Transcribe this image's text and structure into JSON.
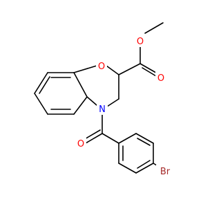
{
  "molecule": {
    "atom_labels": {
      "ring_oxygen": "O",
      "carbonyl_oxygen_ester": "O",
      "ester_oxygen": "O",
      "amide_oxygen": "O",
      "ring_nitrogen": "N",
      "bromine": "Br"
    },
    "colors": {
      "bond": "#000000",
      "oxygen": "#ff0000",
      "nitrogen": "#0000ff",
      "bromine": "#a52a2a",
      "background": "#ffffff"
    }
  }
}
